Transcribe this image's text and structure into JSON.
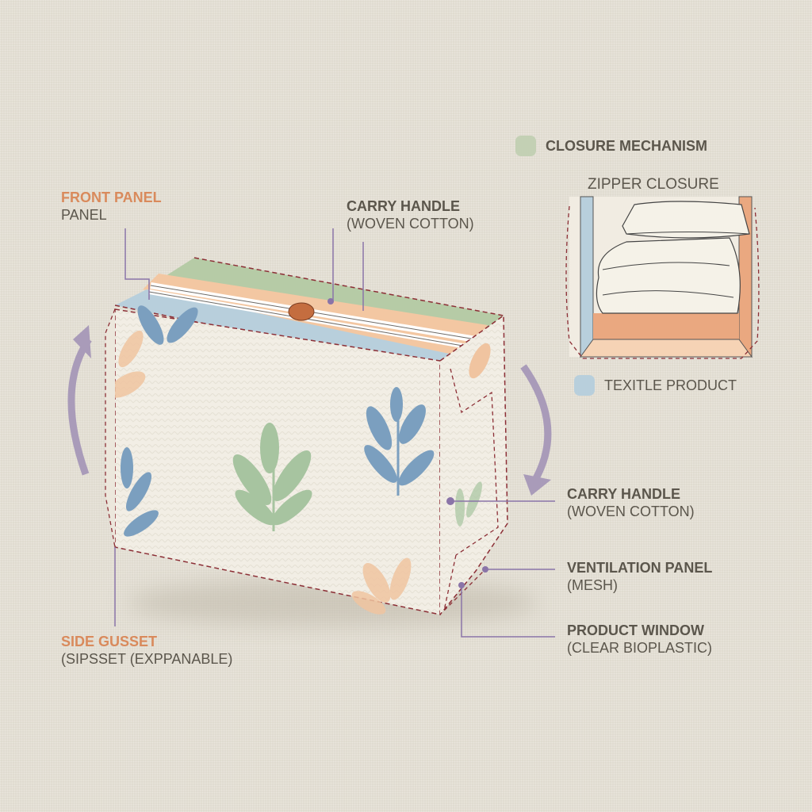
{
  "diagram": {
    "subject": "Textile storage bag with zipper closure",
    "colors": {
      "background": "#e8e3d8",
      "label_text": "#5b564c",
      "accent_orange": "#d98a5c",
      "leader_line": "#8a74a8",
      "stitch": "#8c2f36",
      "panel_green": "#b6cba6",
      "panel_blue": "#b8cfdc",
      "panel_peach": "#f3c7a2",
      "fabric": "#f2eee5"
    },
    "labels": {
      "front_panel": {
        "title": "FRONT PANEL",
        "subtitle": "PANEL"
      },
      "carry_handle_top": {
        "title": "CARRY HANDLE",
        "subtitle": "(WOVEN COTTON)"
      },
      "carry_handle_side": {
        "title": "CARRY HANDLE",
        "subtitle": "(WOVEN COTTON)"
      },
      "ventilation_panel": {
        "title": "VENTILATION PANEL",
        "subtitle": "(MESH)"
      },
      "product_window": {
        "title": "PRODUCT WINDOW",
        "subtitle": "(CLEAR BIOPLASTIC)"
      },
      "side_gusset": {
        "title": "SIDE GUSSET",
        "subtitle": "(SIPSSET (EXPPANABLE)"
      }
    },
    "legend": [
      {
        "label": "CLOSURE MECHANISM",
        "color": "#c3d0b4",
        "bold": true
      },
      {
        "label": "TEXITLE PRODUCT",
        "color": "#b8cfdc",
        "bold": false
      }
    ],
    "inset": {
      "title": "ZIPPER CLOSURE",
      "contents": "folded duvet and pillow"
    }
  }
}
